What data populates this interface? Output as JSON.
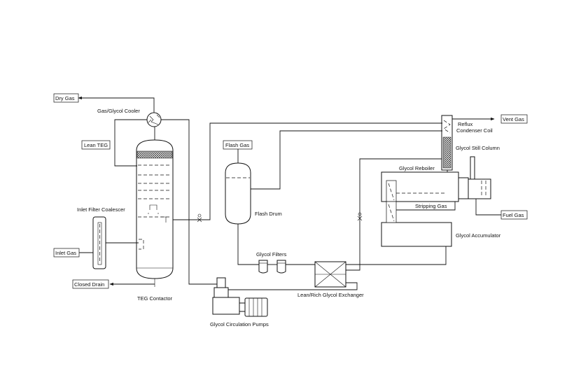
{
  "labels": {
    "dry_gas": "Dry Gas",
    "gas_glycol_cooler": "Gas/Glycol Cooler",
    "lean_teg": "Lean TEG",
    "inlet_filter_coalescer": "Inlet Filter Coalescer",
    "inlet_gas": "Inlet Gas",
    "closed_drain": "Closed Drain",
    "teg_contactor": "TEG Contactor",
    "flash_gas": "Flash Gas",
    "flash_drum": "Flash Drum",
    "glycol_filters": "Glycol Filters",
    "lean_rich_exchanger": "Lean/Rich Glycol Exchanger",
    "glycol_circulation_pumps": "Glycol Circulation Pumps",
    "reflux_condenser_line1": "Reflux",
    "reflux_condenser_line2": "Condenser Coil",
    "vent_gas": "Vent Gas",
    "glycol_still_column": "Glycol Still Column",
    "glycol_reboiler": "Glycol Reboiler",
    "stripping_gas": "Stripping Gas",
    "fuel_gas": "Fuel Gas",
    "glycol_accumulator": "Glycol Accumulator"
  },
  "colors": {
    "line": "#111111",
    "background": "#ffffff",
    "fill_dark": "#333333"
  }
}
